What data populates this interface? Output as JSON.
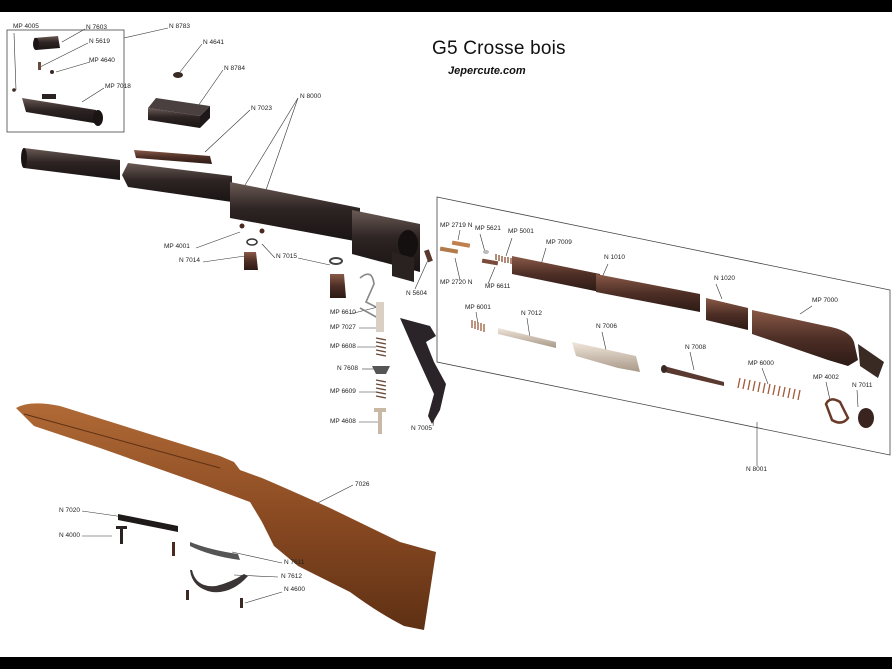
{
  "title": "G5  Crosse bois",
  "subtitle": "Jepercute.com",
  "parts": [
    {
      "id": "mp4005",
      "code": "MP 4005"
    },
    {
      "id": "n7603",
      "code": "N 7603"
    },
    {
      "id": "n5619",
      "code": "N 5619"
    },
    {
      "id": "mp4640",
      "code": "MP 4640"
    },
    {
      "id": "mp7018",
      "code": "MP 7018"
    },
    {
      "id": "n8783",
      "code": "N 8783"
    },
    {
      "id": "n4641",
      "code": "N 4641"
    },
    {
      "id": "n8784",
      "code": "N 8784"
    },
    {
      "id": "n7023",
      "code": "N 7023"
    },
    {
      "id": "n8000",
      "code": "N 8000"
    },
    {
      "id": "mp4001",
      "code": "MP 4001"
    },
    {
      "id": "n7014",
      "code": "N 7014"
    },
    {
      "id": "n7015",
      "code": "N 7015"
    },
    {
      "id": "n5604",
      "code": "N 5604"
    },
    {
      "id": "mp6610",
      "code": "MP 6610"
    },
    {
      "id": "mp7027",
      "code": "MP 7027"
    },
    {
      "id": "mp6608",
      "code": "MP 6608"
    },
    {
      "id": "n7608",
      "code": "N 7608"
    },
    {
      "id": "mp6609",
      "code": "MP 6609"
    },
    {
      "id": "mp4608",
      "code": "MP 4608"
    },
    {
      "id": "n7005",
      "code": "N 7005"
    },
    {
      "id": "mp2719",
      "code": "MP 2719 N"
    },
    {
      "id": "mp5621",
      "code": "MP 5621"
    },
    {
      "id": "mp5001",
      "code": "MP 5001"
    },
    {
      "id": "mp7009",
      "code": "MP 7009"
    },
    {
      "id": "n1010",
      "code": "N 1010"
    },
    {
      "id": "mp2720",
      "code": "MP 2720 N"
    },
    {
      "id": "mp6611",
      "code": "MP 6611"
    },
    {
      "id": "n1020",
      "code": "N 1020"
    },
    {
      "id": "mp7000",
      "code": "MP 7000"
    },
    {
      "id": "mp6001",
      "code": "MP 6001"
    },
    {
      "id": "n7012",
      "code": "N 7012"
    },
    {
      "id": "n7006",
      "code": "N 7006"
    },
    {
      "id": "n7008",
      "code": "N 7008"
    },
    {
      "id": "mp6000",
      "code": "MP 6000"
    },
    {
      "id": "mp4002",
      "code": "MP 4002"
    },
    {
      "id": "n7011",
      "code": "N 7011"
    },
    {
      "id": "n8001",
      "code": "N 8001"
    },
    {
      "id": "p7026",
      "code": "7026"
    },
    {
      "id": "n7020",
      "code": "N 7020"
    },
    {
      "id": "n4000",
      "code": "N 4000"
    },
    {
      "id": "n7611",
      "code": "N 7611"
    },
    {
      "id": "n7612",
      "code": "N 7612"
    },
    {
      "id": "n4600",
      "code": "N 4600"
    }
  ],
  "colors": {
    "metal_dark": "#3a2e2a",
    "metal_brown": "#5a3a2e",
    "wood": "#8a4a22",
    "brass": "#b07a4a",
    "silver": "#cfc3b5",
    "spring": "#a35a3a"
  }
}
